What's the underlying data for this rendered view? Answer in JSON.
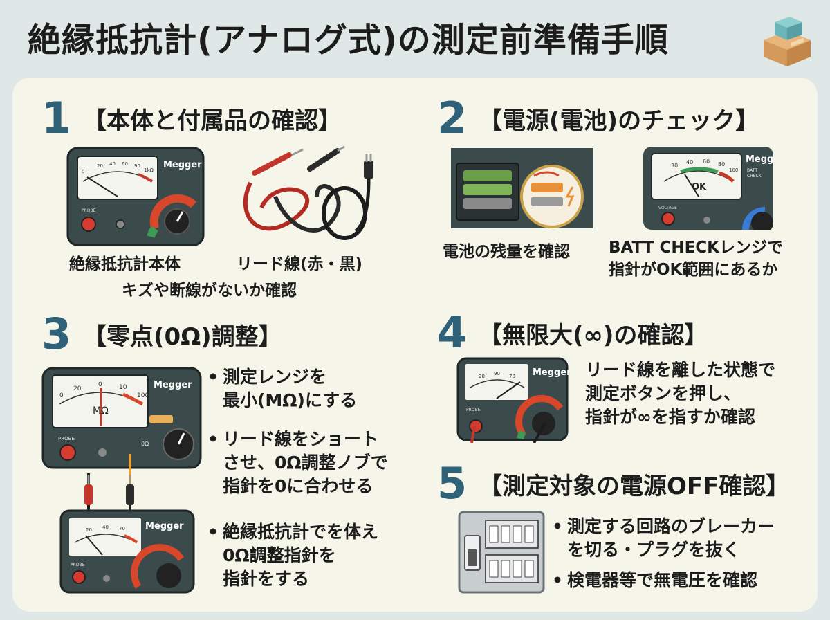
{
  "title": "絶縁抵抗計(アナログ式)の測定前準備手順",
  "icons": {
    "box": "cardboard-box-icon"
  },
  "sections": [
    {
      "number": "1",
      "heading": "【本体と付属品の確認】",
      "captions": [
        "絶縁抵抗計本体",
        "リード線(赤・黒)",
        "キズや断線がないか確認"
      ]
    },
    {
      "number": "2",
      "heading": "【電源(電池)のチェック】",
      "captions": [
        "電池の残量を確認",
        "BATT CHECKレンジで",
        "指針がOK範囲にあるか"
      ],
      "meter_label": "OK",
      "batt_label_1": "BATT",
      "batt_label_2": "CHECK"
    },
    {
      "number": "3",
      "heading": "【零点(0Ω)調整】",
      "bullets": [
        [
          "測定レンジを",
          "最小(MΩ)にする"
        ],
        [
          "リード線をショート",
          "させ、0Ω調整ノブで",
          "指針を0に合わせる"
        ],
        [
          "絶縁抵抗計でを体え",
          "0Ω調整指針を",
          "指針をする"
        ]
      ],
      "meter_unit": "MΩ"
    },
    {
      "number": "4",
      "heading": "【無限大(∞)の確認】",
      "lines": [
        "リード線を離した状態で",
        "測定ボタンを押し、",
        "指針が∞を指すか確認"
      ]
    },
    {
      "number": "5",
      "heading": "【測定対象の電源OFF確認】",
      "bullets": [
        [
          "測定する回路のブレーカー",
          "を切る・プラグを抜く"
        ],
        [
          "検電器等で無電圧を確認"
        ]
      ]
    }
  ],
  "meter": {
    "brand": "Megger",
    "scale_1": [
      "0",
      "20",
      "40",
      "60",
      "90",
      "1kΩ"
    ],
    "scale_2": [
      "30",
      "40",
      "60",
      "80",
      "100"
    ],
    "scale_3": [
      "0",
      "20",
      "0",
      "10",
      "100"
    ],
    "scale_4": [
      "20",
      "90",
      "78"
    ],
    "scale_5": [
      "20",
      "40",
      "70"
    ],
    "probe": "PROBE",
    "voltage": "VOLTAGE",
    "zero": "0Ω"
  },
  "bullet_dot": "•",
  "colors": {
    "accent": "#2f6178",
    "panel": "#f6f5ea",
    "background": "#dfe8e6",
    "meter_body": "#3b4a4b"
  }
}
